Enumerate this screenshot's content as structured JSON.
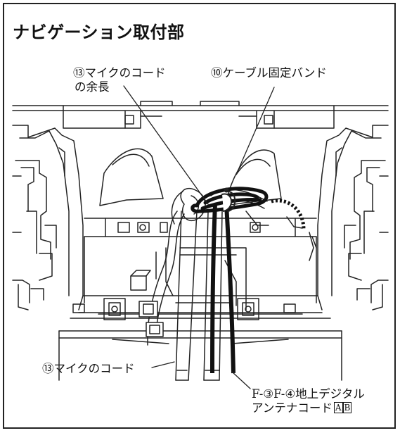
{
  "title": "ナビゲーション取付部",
  "labels": {
    "mic_excess_line1": "⑬マイクのコード",
    "mic_excess_line2": "の余長",
    "cable_band": "⑩ケーブル固定バンド",
    "mic_cord": "⑬マイクのコード",
    "antenna_line1": "F-③F-④地上デジタル",
    "antenna_line2": "アンテナコード",
    "antenna_box_a": "A",
    "antenna_box_b": "B"
  },
  "colors": {
    "line": "#222222",
    "cord": "#111111",
    "fill": "#ffffff"
  }
}
